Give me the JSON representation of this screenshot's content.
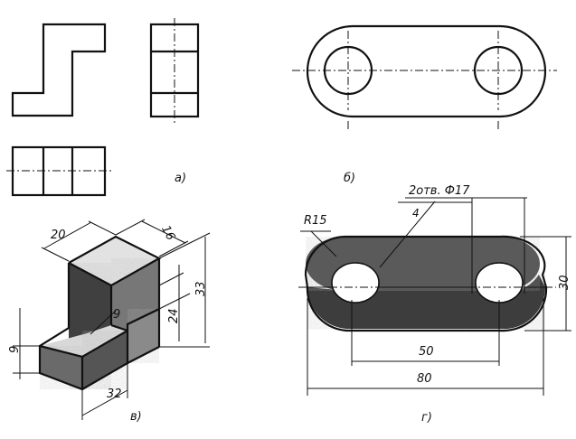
{
  "captions": {
    "a": "а)",
    "b": "б)",
    "v": "в)",
    "g": "г)"
  },
  "iso_dims": {
    "top_width": "20",
    "top_depth": "16",
    "step_height": "9",
    "inner_height": "24",
    "total_height": "33",
    "bottom_thickness": "9",
    "length": "32"
  },
  "plan_dims": {
    "radius": "R15",
    "holes": "2отв. Ф17",
    "leader_mark": "4",
    "hole_spacing": "50",
    "overall_length": "80",
    "width": "30"
  },
  "colors": {
    "line": "#111111",
    "shade_dark": "#4a4a4a",
    "shade_mid": "#7a7a7a",
    "shade_light": "#d6d6d6",
    "paper": "#ffffff"
  }
}
